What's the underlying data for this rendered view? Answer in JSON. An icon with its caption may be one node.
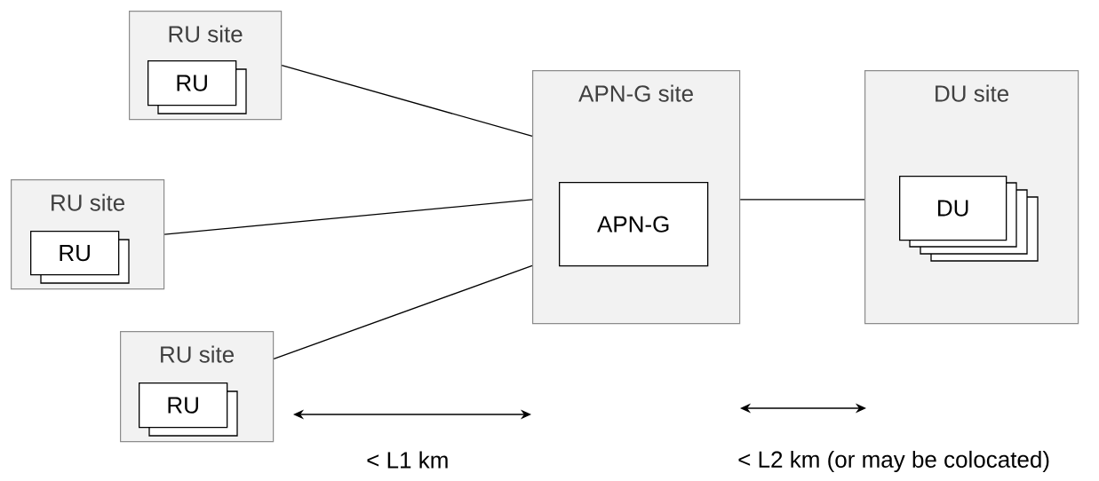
{
  "diagram": {
    "nodes": [
      {
        "text": [
          "RU site"
        ]
      },
      {
        "text": [
          "RU"
        ],
        "in": 0
      },
      {
        "text": [
          "RU site"
        ]
      },
      {
        "text": [
          "RU"
        ],
        "in": 2
      },
      {
        "text": [
          "RU site"
        ]
      },
      {
        "text": [
          "RU"
        ],
        "in": 4
      },
      {
        "text": [
          "APN-G site"
        ]
      },
      {
        "text": [
          "APN-G"
        ],
        "in": 6
      },
      {
        "text": [
          "DU site"
        ]
      },
      {
        "text": [
          "DU"
        ],
        "in": 8
      }
    ],
    "edges": [
      {
        "from": 0,
        "to": 6,
        "arrow": "none"
      },
      {
        "from": 2,
        "to": 6,
        "arrow": "none"
      },
      {
        "from": 4,
        "to": 6,
        "arrow": "none"
      },
      {
        "from": 6,
        "to": 8,
        "arrow": "none"
      }
    ],
    "labels": [
      "< L1 km",
      "< L2 km (or may be colocated)"
    ]
  }
}
